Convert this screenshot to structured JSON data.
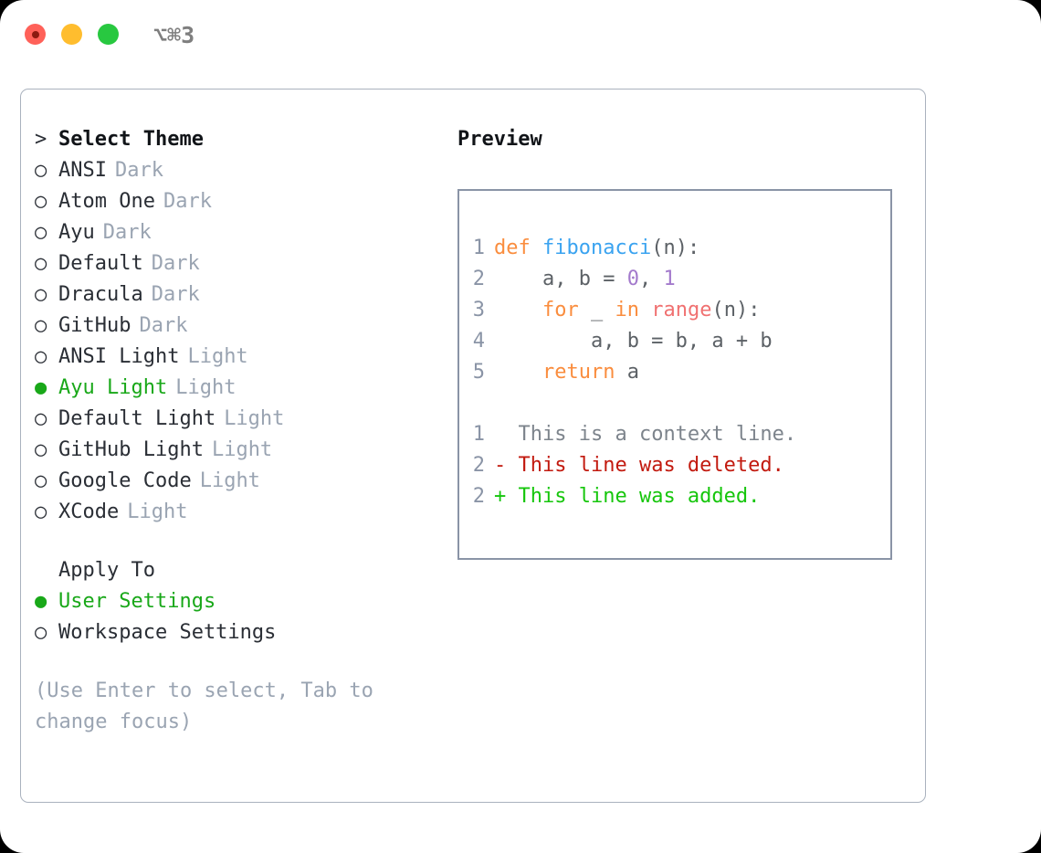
{
  "window": {
    "shortcut": "⌥⌘3",
    "traffic_lights": [
      {
        "name": "close",
        "color": "#ff6159"
      },
      {
        "name": "minimize",
        "color": "#ffbd2e"
      },
      {
        "name": "maximize",
        "color": "#28c840"
      }
    ]
  },
  "theme_list": {
    "heading_marker": ">",
    "heading": "Select Theme",
    "items": [
      {
        "marker": "○",
        "name": "ANSI",
        "suffix": "Dark",
        "selected": false
      },
      {
        "marker": "○",
        "name": "Atom One",
        "suffix": "Dark",
        "selected": false
      },
      {
        "marker": "○",
        "name": "Ayu",
        "suffix": "Dark",
        "selected": false
      },
      {
        "marker": "○",
        "name": "Default",
        "suffix": "Dark",
        "selected": false
      },
      {
        "marker": "○",
        "name": "Dracula",
        "suffix": "Dark",
        "selected": false
      },
      {
        "marker": "○",
        "name": "GitHub",
        "suffix": "Dark",
        "selected": false
      },
      {
        "marker": "○",
        "name": "ANSI Light",
        "suffix": "Light",
        "selected": false
      },
      {
        "marker": "●",
        "name": "Ayu Light",
        "suffix": "Light",
        "selected": true
      },
      {
        "marker": "○",
        "name": "Default Light",
        "suffix": "Light",
        "selected": false
      },
      {
        "marker": "○",
        "name": "GitHub Light",
        "suffix": "Light",
        "selected": false
      },
      {
        "marker": "○",
        "name": "Google Code",
        "suffix": "Light",
        "selected": false
      },
      {
        "marker": "○",
        "name": "XCode",
        "suffix": "Light",
        "selected": false
      }
    ]
  },
  "apply_to": {
    "heading": "Apply To",
    "items": [
      {
        "marker": "●",
        "name": "User Settings",
        "selected": true
      },
      {
        "marker": "○",
        "name": "Workspace Settings",
        "selected": false
      }
    ]
  },
  "hint": "(Use Enter to select, Tab to change focus)",
  "preview": {
    "heading": "Preview",
    "code_lines": [
      {
        "n": "1",
        "tokens": [
          {
            "t": "def ",
            "c": "tok-kw"
          },
          {
            "t": "fibonacci",
            "c": "tok-fn"
          },
          {
            "t": "(n):",
            "c": "tok-punct"
          }
        ]
      },
      {
        "n": "2",
        "tokens": [
          {
            "t": "    a, b = ",
            "c": "tok-plain"
          },
          {
            "t": "0",
            "c": "tok-num"
          },
          {
            "t": ", ",
            "c": "tok-plain"
          },
          {
            "t": "1",
            "c": "tok-num"
          }
        ]
      },
      {
        "n": "3",
        "tokens": [
          {
            "t": "    ",
            "c": "tok-plain"
          },
          {
            "t": "for",
            "c": "tok-kw"
          },
          {
            "t": " _ ",
            "c": "tok-plain"
          },
          {
            "t": "in",
            "c": "tok-kw"
          },
          {
            "t": " ",
            "c": "tok-plain"
          },
          {
            "t": "range",
            "c": "tok-builtin"
          },
          {
            "t": "(n):",
            "c": "tok-punct"
          }
        ]
      },
      {
        "n": "4",
        "tokens": [
          {
            "t": "        a, b = b, a + b",
            "c": "tok-plain"
          }
        ]
      },
      {
        "n": "5",
        "tokens": [
          {
            "t": "    ",
            "c": "tok-plain"
          },
          {
            "t": "return",
            "c": "tok-kw"
          },
          {
            "t": " a",
            "c": "tok-plain"
          }
        ]
      }
    ],
    "diff_lines": [
      {
        "n": "1",
        "sign": "  ",
        "text": "This is a context line.",
        "kind": "diff-context"
      },
      {
        "n": "2",
        "sign": "- ",
        "text": "This line was deleted.",
        "kind": "diff-del"
      },
      {
        "n": "2",
        "sign": "+ ",
        "text": "This line was added.",
        "kind": "diff-add"
      }
    ]
  },
  "colors": {
    "accent_green": "#19a819",
    "muted": "#9aa4b2",
    "border": "#8a94a6",
    "keyword": "#fa8d3e",
    "function": "#3aa3f0",
    "number": "#a37acc",
    "builtin": "#f07171",
    "diff_add": "#16c60c",
    "diff_del": "#c21a0f"
  }
}
